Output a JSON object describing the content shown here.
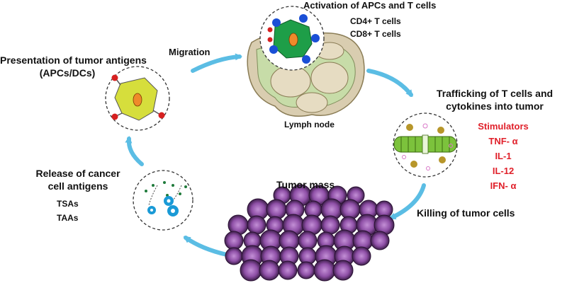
{
  "presentation": {
    "title": "Presentation of tumor antigens",
    "subtitle": "(APCs/DCs)"
  },
  "migration": "Migration",
  "activation": {
    "title": "Activation of APCs and T cells",
    "cd4": "CD4+ T cells",
    "cd8": "CD8+ T cells"
  },
  "lymph_node": "Lymph node",
  "trafficking": {
    "line1": "Trafficking of T cells and",
    "line2": "cytokines into tumor"
  },
  "stimulators": {
    "title": "Stimulators",
    "items": [
      "TNF- α",
      "IL-1",
      "IL-12",
      "IFN- α"
    ]
  },
  "tumor_mass": "Tumor mass",
  "killing": "Killing of tumor cells",
  "release": {
    "line1": "Release of cancer",
    "line2": "cell antigens",
    "tsas": "TSAs",
    "taas": "TAAs"
  },
  "colors": {
    "arrow": "#5bbde4",
    "apc_fill": "#d6de3c",
    "activated_apc": "#1e9e48",
    "t_cell": "#1a4fd6",
    "nucleus": "#ef8a2a",
    "red_dot": "#d62020",
    "lymph": "#d9cdb0",
    "vessel": "#7cc23c",
    "tumor": "#9a5fb0",
    "antigen_blue": "#1a9ad6",
    "stimulator_red": "#e0202a"
  }
}
